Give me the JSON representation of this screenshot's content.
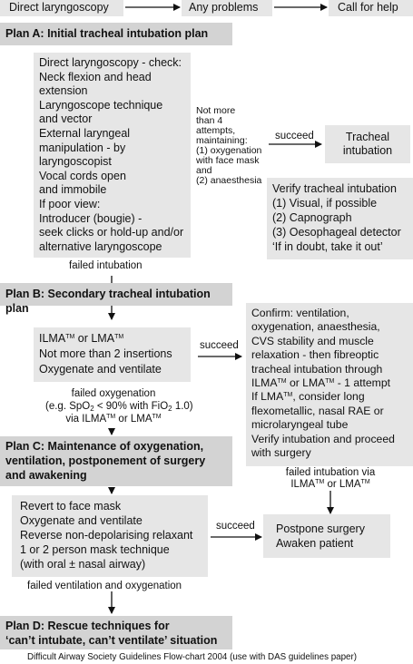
{
  "header": {
    "step1": "Direct laryngoscopy",
    "step2": "Any problems",
    "step3": "Call for help"
  },
  "planA": {
    "title": "Plan A: Initial tracheal intubation plan",
    "lines": [
      "Direct laryngoscopy - check:",
      "Neck flexion and head",
      "extension",
      "Laryngoscope technique",
      "and vector",
      "External laryngeal",
      "manipulation - by",
      "laryngoscopist",
      "Vocal cords open",
      "and immobile",
      "If poor view:",
      "Introducer (bougie) -",
      "seek clicks or hold-up and/or",
      "alternative laryngoscope"
    ],
    "attempts_note": [
      "Not more",
      "than 4",
      "attempts,",
      "maintaining:",
      "(1) oxygenation",
      "with face mask",
      "and",
      "(2) anaesthesia"
    ],
    "succeed": "succeed",
    "outcome": [
      "Tracheal",
      "intubation"
    ],
    "verify": [
      "Verify tracheal intubation",
      "(1) Visual, if possible",
      "(2) Capnograph",
      "(3) Oesophageal detector",
      "‘If in doubt, take it out’"
    ],
    "failed": "failed intubation"
  },
  "planB": {
    "title": "Plan B: Secondary tracheal intubation plan",
    "line1_a": "ILMA",
    "tm": "TM",
    "line1_b": " or LMA",
    "line2": "Not more than 2 insertions",
    "line3": "Oxygenate and ventilate",
    "succeed": "succeed",
    "confirm": [
      "Confirm: ventilation,",
      "oxygenation, anaesthesia,",
      "CVS stability and muscle",
      "relaxation - then fibreoptic",
      "tracheal intubation through"
    ],
    "confirm_lma_a": "ILMA",
    "confirm_lma_b": " or LMA",
    "confirm_lma_c": " - 1 attempt",
    "confirm_iflma_a": "If LMA",
    "confirm_iflma_b": ", consider long",
    "confirm_rest": [
      "flexometallic, nasal RAE or",
      "microlaryngeal tube",
      "Verify intubation and proceed",
      "with surgery"
    ],
    "failed_oxy_1": "failed oxygenation",
    "failed_oxy_2a": "(e.g. SpO",
    "sub2": "2",
    "failed_oxy_2b": " < 90% with FiO",
    "failed_oxy_2c": " 1.0)",
    "failed_oxy_3a": "via ILMA",
    "failed_oxy_3b": " or LMA",
    "failed_int_1": "failed intubation via",
    "failed_int_2a": "ILMA",
    "failed_int_2b": " or LMA"
  },
  "planC": {
    "title": [
      "Plan C: Maintenance of oxygenation,",
      "ventilation, postponement of surgery",
      "and awakening"
    ],
    "lines": [
      "Revert to face mask",
      "Oxygenate and ventilate",
      "Reverse non-depolarising relaxant",
      "1 or 2 person mask technique",
      "(with oral ± nasal airway)"
    ],
    "succeed": "succeed",
    "outcome": [
      "Postpone surgery",
      "Awaken patient"
    ],
    "failed": "failed ventilation and oxygenation"
  },
  "planD": {
    "title": [
      "Plan D: Rescue techniques for",
      "‘can’t intubate, can’t ventilate’ situation"
    ]
  },
  "caption": "Difficult Airway Society Guidelines Flow-chart 2004 (use with DAS guidelines paper)",
  "colors": {
    "plan_bg": "#d3d3d3",
    "box_bg": "#e6e6e6"
  }
}
